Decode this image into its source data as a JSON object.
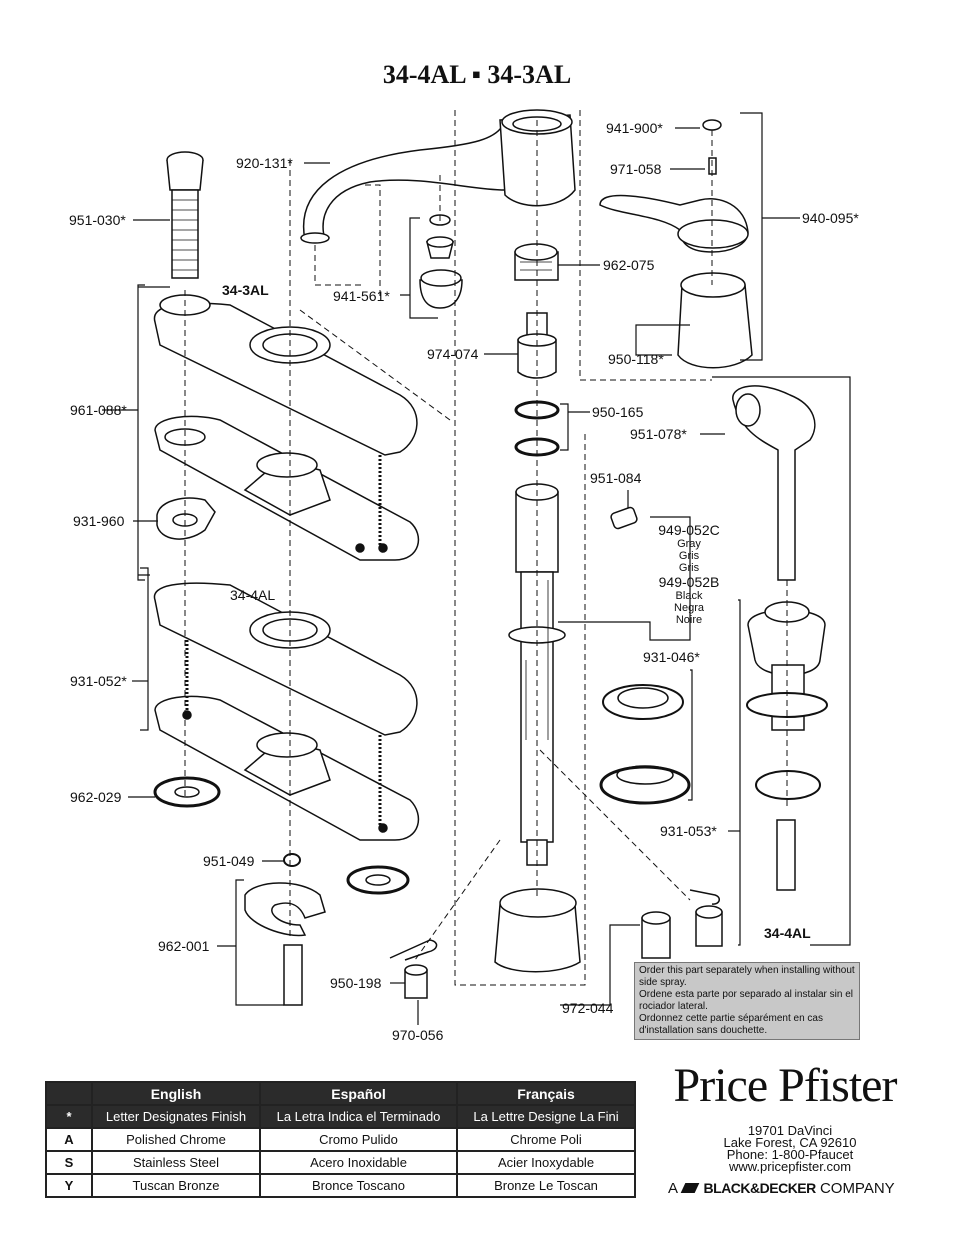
{
  "title": "34-4AL ▪ 34-3AL",
  "parts": {
    "p920_131": "920-131*",
    "p951_030": "951-030*",
    "p941_561": "941-561*",
    "p941_900": "941-900*",
    "p971_058": "971-058",
    "p940_095": "940-095*",
    "p962_075": "962-075",
    "p950_118": "950-118*",
    "p974_074": "974-074",
    "p950_165": "950-165",
    "p951_078": "951-078*",
    "p961_088": "961-088*",
    "p931_960": "931-960",
    "p951_084": "951-084",
    "p931_052": "931-052*",
    "p931_046": "931-046*",
    "p962_029": "962-029",
    "p931_053": "931-053*",
    "p951_049": "951-049",
    "p962_001": "962-001",
    "p950_198": "950-198",
    "p970_056": "970-056",
    "p972_044": "972-044"
  },
  "model_labels": {
    "m343al": "34-3AL",
    "m344al_plate": "34-4AL",
    "m344al_spray": "34-4AL"
  },
  "color_options": {
    "gray_code": "949-052C",
    "gray_en": "Gray",
    "gray_es": "Gris",
    "gray_fr": "Gris",
    "black_code": "949-052B",
    "black_en": "Black",
    "black_es": "Negra",
    "black_fr": "Noire"
  },
  "note": {
    "en": "Order this part separately when installing without side spray.",
    "es": "Ordene esta parte por separado al instalar sin el rociador lateral.",
    "fr": "Ordonnez cette partie séparément en cas d'installation sans douchette."
  },
  "finish_table": {
    "headers": [
      "English",
      "Español",
      "Français"
    ],
    "rows": [
      {
        "key": "*",
        "en": "Letter Designates Finish",
        "es": "La Letra Indica el Terminado",
        "fr": "La Lettre Designe La Fini"
      },
      {
        "key": "A",
        "en": "Polished Chrome",
        "es": "Cromo Pulido",
        "fr": "Chrome Poli"
      },
      {
        "key": "S",
        "en": "Stainless Steel",
        "es": "Acero Inoxidable",
        "fr": "Acier Inoxydable"
      },
      {
        "key": "Y",
        "en": "Tuscan Bronze",
        "es": "Bronce Toscano",
        "fr": "Bronze Le Toscan"
      }
    ]
  },
  "brand": {
    "name": "Price Pfister",
    "address1": "19701 DaVinci",
    "address2": "Lake Forest, CA 92610",
    "phone": "Phone: 1-800-Pfaucet",
    "web": "www.pricepfister.com",
    "company_prefix": "A",
    "company_name": "BLACK&DECKER",
    "company_suffix": "COMPANY"
  }
}
